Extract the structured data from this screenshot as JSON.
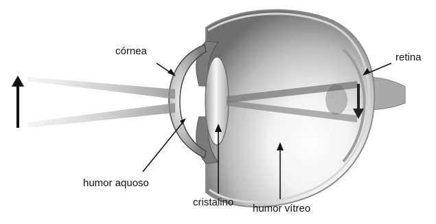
{
  "labels": {
    "cornea": "córnea",
    "retina": "retina",
    "aqueous_humor": "humor aquoso",
    "lens": "cristalino",
    "vitreous_humor": "humor vítreo"
  },
  "colors": {
    "ink": "#111111",
    "eye_shadow": "#6f6f6f",
    "eye_light": "#f4f4f4",
    "sclera_edge": "#8a8a8a",
    "light_rays": "#9a9a9a"
  }
}
